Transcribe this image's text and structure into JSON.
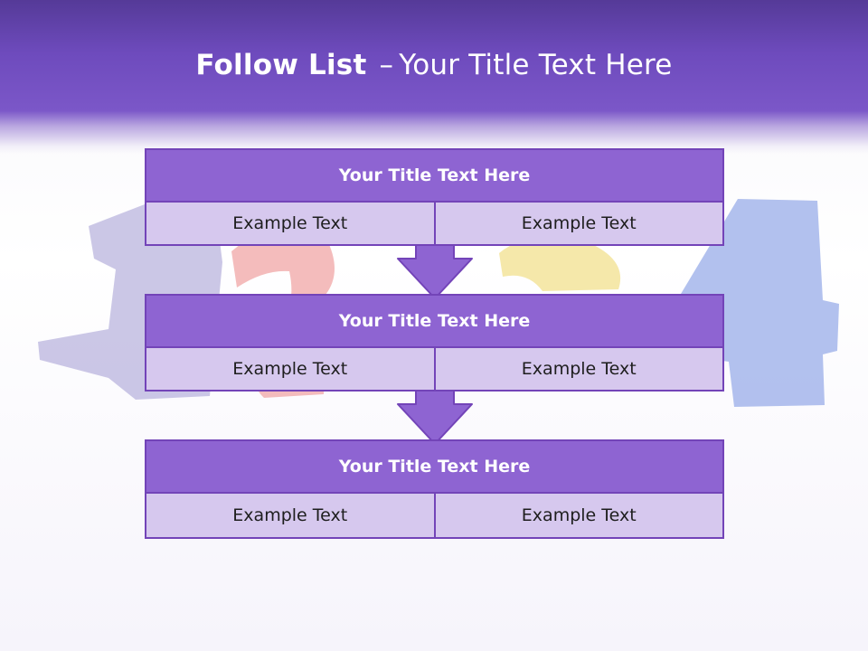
{
  "slide": {
    "title_bold": "Follow List",
    "title_separator": "–",
    "title_rest": "Your Title Text Here"
  },
  "blocks": [
    {
      "title": "Your Title Text Here",
      "left": "Example Text",
      "right": "Example Text"
    },
    {
      "title": "Your Title Text Here",
      "left": "Example Text",
      "right": "Example Text"
    },
    {
      "title": "Your Title Text Here",
      "left": "Example Text",
      "right": "Example Text"
    }
  ],
  "colors": {
    "header": "#6e4bbd",
    "block_header": "#8e64d2",
    "block_cell": "#d6c8ee",
    "border": "#7344b8"
  }
}
